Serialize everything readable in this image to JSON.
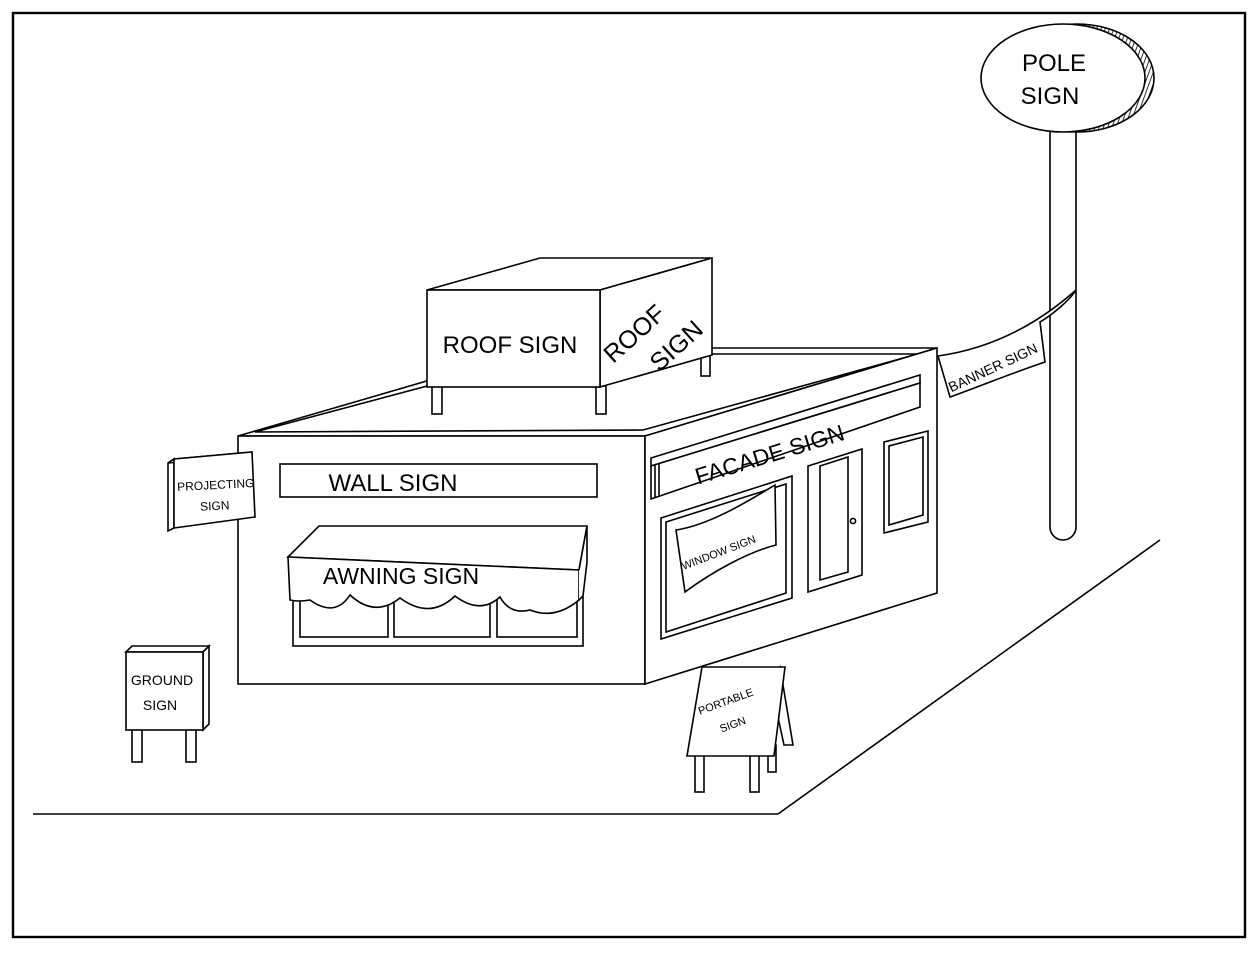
{
  "labels": {
    "pole_sign_line1": "POLE",
    "pole_sign_line2": "SIGN",
    "roof_sign_front": "ROOF SIGN",
    "roof_sign_side_line1": "ROOF",
    "roof_sign_side_line2": "SIGN",
    "banner_sign": "BANNER SIGN",
    "projecting_sign_line1": "PROJECTING",
    "projecting_sign_line2": "SIGN",
    "wall_sign": "WALL SIGN",
    "facade_sign": "FACADE SIGN",
    "awning_sign": "AWNING SIGN",
    "window_sign": "WINDOW SIGN",
    "ground_sign_line1": "GROUND",
    "ground_sign_line2": "SIGN",
    "portable_sign_line1": "PORTABLE",
    "portable_sign_line2": "SIGN"
  },
  "colors": {
    "line": "#000000",
    "background": "#ffffff"
  }
}
